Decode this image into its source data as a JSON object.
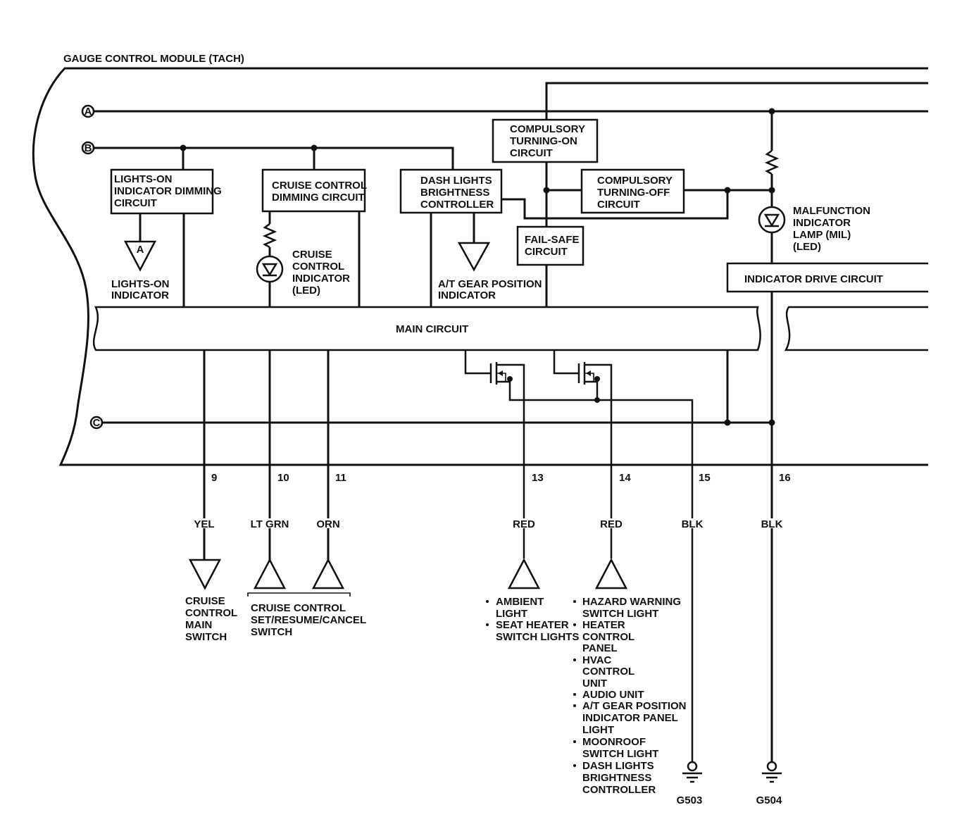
{
  "module_title": "GAUGE CONTROL MODULE (TACH)",
  "bus_labels": [
    "A",
    "B",
    "C"
  ],
  "blocks": {
    "lights_on_dimming": [
      "LIGHTS-ON",
      "INDICATOR DIMMING",
      "CIRCUIT"
    ],
    "cruise_dimming": [
      "CRUISE CONTROL",
      "DIMMING CIRCUIT"
    ],
    "dash_brightness": [
      "DASH LIGHTS",
      "BRIGHTNESS",
      "CONTROLLER"
    ],
    "compulsory_on": [
      "COMPULSORY",
      "TURNING-ON",
      "CIRCUIT"
    ],
    "compulsory_off": [
      "COMPULSORY",
      "TURNING-OFF",
      "CIRCUIT"
    ],
    "fail_safe": [
      "FAIL-SAFE",
      "CIRCUIT"
    ],
    "indicator_drive": "INDICATOR DRIVE CIRCUIT",
    "main_circuit": "MAIN CIRCUIT"
  },
  "components": {
    "lights_on_indicator": [
      "LIGHTS-ON",
      "INDICATOR"
    ],
    "lights_on_symbol": "A",
    "cruise_led": [
      "CRUISE",
      "CONTROL",
      "INDICATOR",
      "(LED)"
    ],
    "at_gear_indicator": [
      "A/T GEAR POSITION",
      "INDICATOR"
    ],
    "mil": [
      "MALFUNCTION",
      "INDICATOR",
      "LAMP (MIL)",
      "(LED)"
    ]
  },
  "pins": [
    {
      "number": "9",
      "wire": "YEL"
    },
    {
      "number": "10",
      "wire": "LT GRN"
    },
    {
      "number": "11",
      "wire": "ORN"
    },
    {
      "number": "13",
      "wire": "RED"
    },
    {
      "number": "14",
      "wire": "RED"
    },
    {
      "number": "15",
      "wire": "BLK"
    },
    {
      "number": "16",
      "wire": "BLK"
    }
  ],
  "destinations": {
    "cruise_main": [
      "CRUISE",
      "CONTROL",
      "MAIN",
      "SWITCH"
    ],
    "cruise_set": [
      "CRUISE CONTROL",
      "SET/RESUME/CANCEL",
      "SWITCH"
    ],
    "ambient": [
      "AMBIENT",
      "LIGHT",
      "SEAT HEATER",
      "SWITCH LIGHTS"
    ],
    "pin14_list": [
      "HAZARD WARNING",
      "SWITCH LIGHT",
      "HEATER",
      "CONTROL",
      "PANEL",
      "HVAC",
      "CONTROL",
      "UNIT",
      "AUDIO UNIT",
      "A/T GEAR POSITION",
      "INDICATOR PANEL",
      "LIGHT",
      "MOONROOF",
      "SWITCH LIGHT",
      "DASH LIGHTS",
      "BRIGHTNESS",
      "CONTROLLER"
    ]
  },
  "grounds": [
    "G503",
    "G504"
  ]
}
